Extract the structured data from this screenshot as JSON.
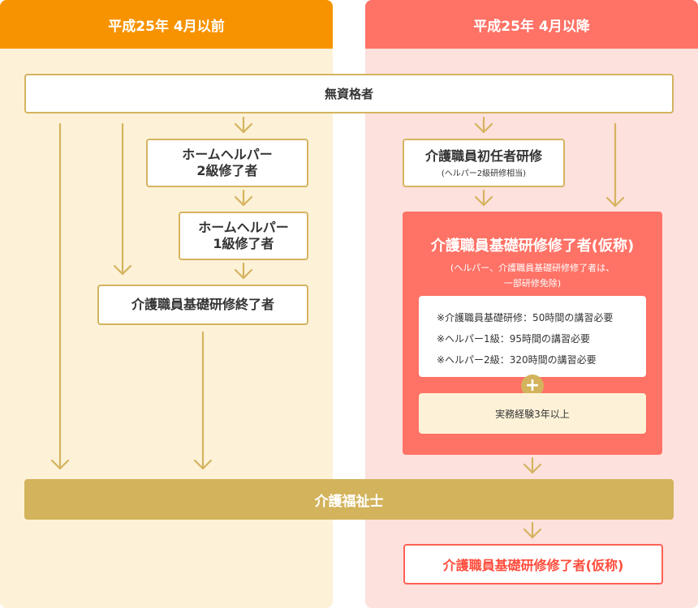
{
  "headers": {
    "left": "平成25年 4月以前",
    "right": "平成25年 4月以降"
  },
  "unqualified": "無資格者",
  "left_flow": {
    "helper2": "ホームヘルパー\n2級修了者",
    "helper1": "ホームヘルパー\n1級修了者",
    "basic_completed": "介護職員基礎研修終了者"
  },
  "right_flow": {
    "initial_training": "介護職員初任者研修",
    "initial_training_note": "(ヘルパー2級研修相当)",
    "panel_title": "介護職員基礎研修修了者(仮称)",
    "panel_sub": "(ヘルパー、介護職員基礎研修修了者は、\n一部研修免除)",
    "notes": [
      "※介護職員基礎研修：50時間の講習必要",
      "※ヘルパー1級：95時間の講習必要",
      "※ヘルパー2級：320時間の講習必要"
    ],
    "plus": "+",
    "experience": "実務経験3年以上",
    "final": "介護職員基礎研修修了者(仮称)"
  },
  "care_worker": "介護福祉士",
  "colors": {
    "left_header": "#f79300",
    "right_header": "#ff7266",
    "left_bg": "#fdf2d8",
    "right_bg": "#fde1dd",
    "gold": "#d3b35b",
    "arrow": "#d5b35f"
  }
}
